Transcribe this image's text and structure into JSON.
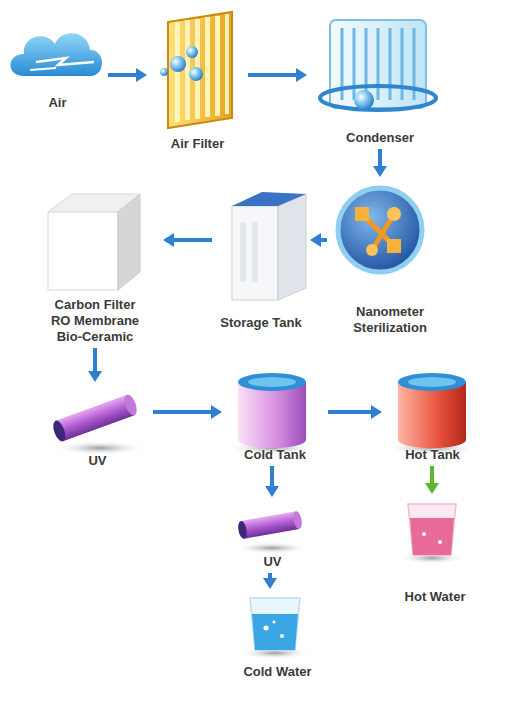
{
  "diagram": {
    "nodes": [
      {
        "text": [
          "Air"
        ]
      },
      {
        "text": [
          "Air Filter"
        ]
      },
      {
        "text": [
          "Condenser"
        ]
      },
      {
        "text": [
          "Carbon Filter RO Membrane Bio-Ceramic"
        ]
      },
      {
        "text": [
          "Storage Tank"
        ]
      },
      {
        "text": [
          "Nanometer Sterilization"
        ]
      },
      {
        "text": [
          "UV"
        ]
      },
      {
        "text": [
          "Cold Tank"
        ]
      },
      {
        "text": [
          "Hot Tank"
        ]
      },
      {
        "text": [
          "UV"
        ]
      },
      {
        "text": [
          "Hot Water"
        ]
      },
      {
        "text": [
          "Cold Water"
        ]
      }
    ],
    "edges": [
      {
        "from": 0,
        "to": 1,
        "arrow": "to"
      },
      {
        "from": 1,
        "to": 2,
        "arrow": "to"
      },
      {
        "from": 2,
        "to": 5,
        "arrow": "to"
      },
      {
        "from": 5,
        "to": 4,
        "arrow": "to"
      },
      {
        "from": 4,
        "to": 3,
        "arrow": "to"
      },
      {
        "from": 3,
        "to": 6,
        "arrow": "to"
      },
      {
        "from": 6,
        "to": 7,
        "arrow": "to"
      },
      {
        "from": 7,
        "to": 8,
        "arrow": "to"
      },
      {
        "from": 7,
        "to": 9,
        "arrow": "to"
      },
      {
        "from": 9,
        "to": 11,
        "arrow": "to"
      },
      {
        "from": 8,
        "to": 10,
        "arrow": "to"
      }
    ]
  }
}
